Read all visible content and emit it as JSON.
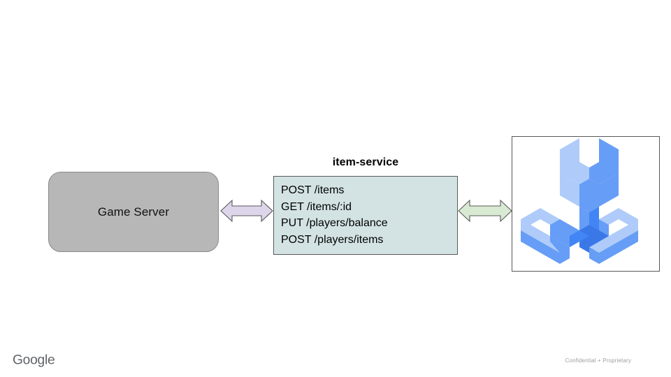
{
  "slide": {
    "background_color": "#ffffff"
  },
  "nodes": {
    "game_server": {
      "label": "Game Server",
      "fill_color": "#b7b7b7",
      "border_color": "#8a8a8a"
    },
    "item_service": {
      "title": "item-service",
      "fill_color": "#d3e3e4",
      "border_color": "#585858",
      "endpoints": [
        "POST /items",
        "GET /items/:id",
        "PUT /players/balance",
        "POST /players/items"
      ]
    },
    "agones_logo": {
      "name": "agones-logo",
      "border_color": "#585858",
      "colors": {
        "light": "#aecbfa",
        "medium": "#669df6",
        "dark": "#4285f4",
        "deepest": "#3b78e7"
      }
    }
  },
  "connectors": [
    {
      "name": "game-server-to-item-service",
      "style": "double-headed-arrow",
      "fill_color": "#ddd5ea",
      "border_color": "#595959"
    },
    {
      "name": "item-service-to-agones",
      "style": "double-headed-arrow",
      "fill_color": "#d9ead3",
      "border_color": "#595959"
    }
  ],
  "footer": {
    "brand": "Google",
    "brand_color": "#5f6368",
    "note": "Confidential + Proprietary",
    "note_color": "#9e9e9e"
  }
}
